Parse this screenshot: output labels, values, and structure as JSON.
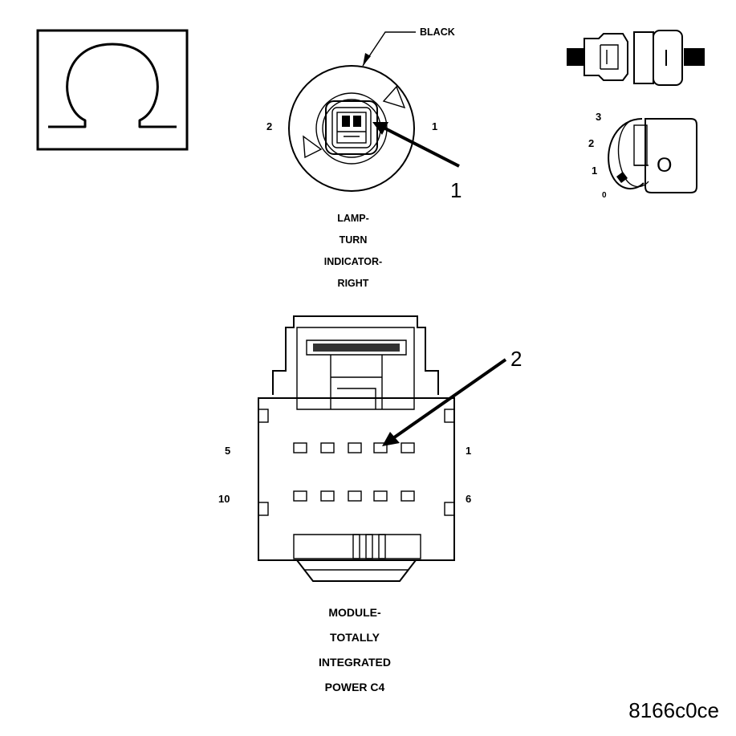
{
  "ohm_symbol": {
    "glyph": "Ω",
    "icon": "ohm-symbol-icon"
  },
  "lamp_connector": {
    "color_label": "BLACK",
    "pin_left": "2",
    "pin_right": "1",
    "callout": "1",
    "caption": [
      "LAMP-",
      "TURN",
      "INDICATOR-",
      "RIGHT"
    ]
  },
  "ignition_icons": {
    "connector_icon": "connector-mating-icon",
    "key_icon": "ignition-key-icon",
    "key_letter": "O",
    "positions": [
      "3",
      "2",
      "1",
      "0"
    ]
  },
  "module_connector": {
    "callout": "2",
    "pin_top_left": "5",
    "pin_top_right": "1",
    "pin_bottom_left": "10",
    "pin_bottom_right": "6",
    "caption": [
      "MODULE-",
      "TOTALLY",
      "INTEGRATED",
      "POWER C4"
    ]
  },
  "figure_id": "8166c0ce"
}
